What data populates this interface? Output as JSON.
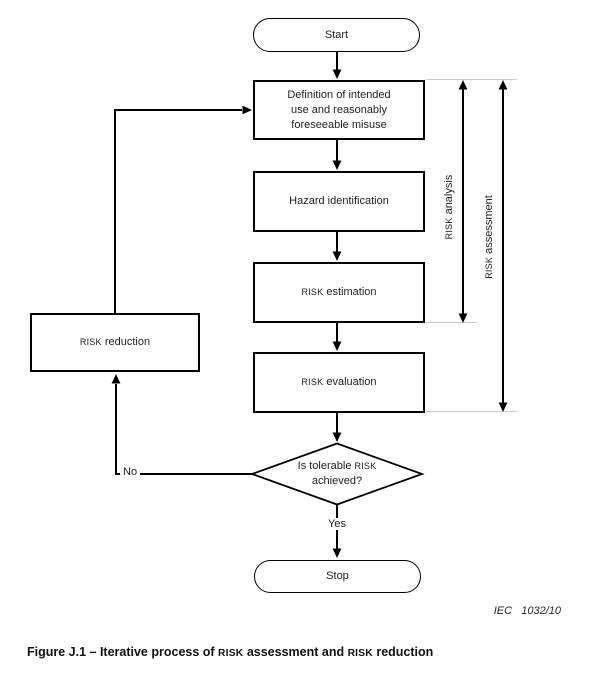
{
  "figure": {
    "credit": "IEC   1032/10",
    "caption_segments": [
      {
        "t": "Figure J.1 – Iterative process of "
      },
      {
        "t": "RISK",
        "small": true
      },
      {
        "t": " assessment and "
      },
      {
        "t": "RISK",
        "small": true
      },
      {
        "t": " reduction"
      }
    ]
  },
  "flowchart": {
    "nodes": {
      "start": {
        "label": "Start"
      },
      "definition": {
        "segments": [
          {
            "t": "Definition of intended"
          },
          {
            "br": true
          },
          {
            "t": "use and reasonably"
          },
          {
            "br": true
          },
          {
            "t": "foreseeable misuse"
          }
        ]
      },
      "hazard": {
        "segments": [
          {
            "t": "Hazard identification"
          }
        ]
      },
      "estimation": {
        "segments": [
          {
            "t": "RISK",
            "small": true
          },
          {
            "t": " estimation"
          }
        ]
      },
      "evaluation": {
        "segments": [
          {
            "t": "RISK",
            "small": true
          },
          {
            "t": " evaluation"
          }
        ]
      },
      "reduction": {
        "segments": [
          {
            "t": "RISK",
            "small": true
          },
          {
            "t": " reduction"
          }
        ]
      },
      "decision": {
        "segments": [
          {
            "t": "Is tolerable "
          },
          {
            "t": "RISK",
            "small": true
          },
          {
            "br": true
          },
          {
            "t": "achieved?"
          }
        ]
      },
      "stop": {
        "label": "Stop"
      }
    },
    "edge_labels": {
      "yes": "Yes",
      "no": "No"
    },
    "brackets": {
      "analysis": {
        "segments": [
          {
            "t": "RISK",
            "small": true
          },
          {
            "t": " analysis"
          }
        ]
      },
      "assessment": {
        "segments": [
          {
            "t": "RISK",
            "small": true
          },
          {
            "t": " assessment"
          }
        ]
      }
    },
    "colors": {
      "line": "#000000",
      "tick": "#cccccc",
      "node_fill": "#ffffff",
      "text": "#1f1f1f",
      "background": "#ffffff"
    }
  }
}
